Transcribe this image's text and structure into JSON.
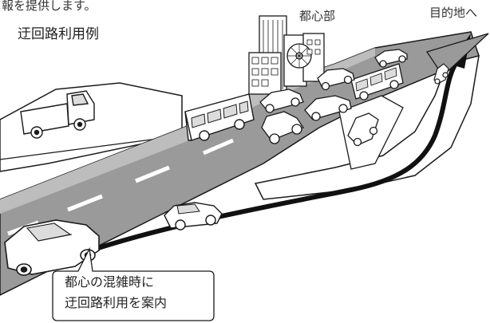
{
  "header": {
    "fragment": "報を提供します。",
    "title": "迂回路利用例"
  },
  "labels": {
    "city_center": "都心部",
    "destination": "目的地へ"
  },
  "callout": {
    "line1": "都心の混雑時に",
    "line2": "迂回路利用を案内"
  },
  "colors": {
    "road": "#9a9a9a",
    "road_shoulder": "#c8c8c8",
    "route_line": "#111111",
    "outline": "#1a1a1a",
    "lane_mark": "#ffffff"
  }
}
